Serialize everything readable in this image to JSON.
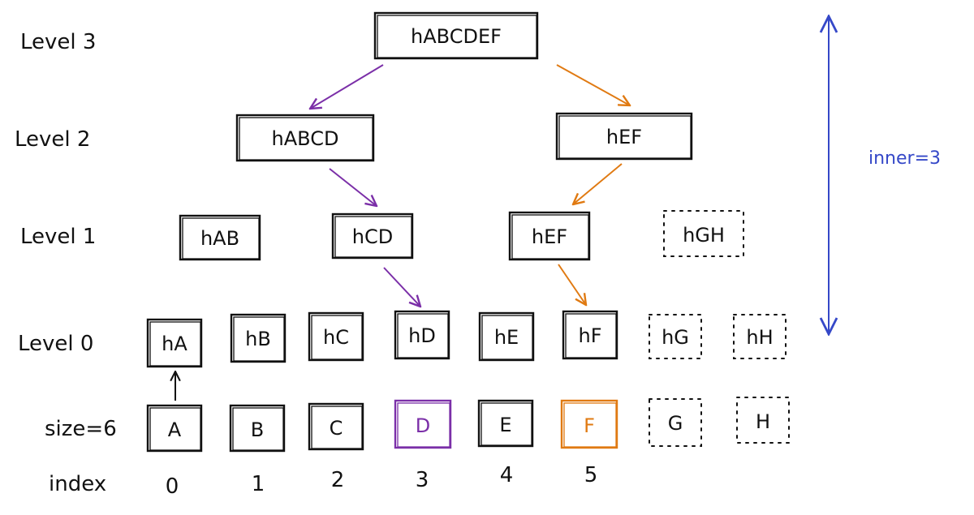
{
  "colors": {
    "ink": "#111111",
    "purple": "#7b2fa8",
    "orange": "#e07a12",
    "blue": "#3548c8"
  },
  "level_labels": [
    "Level 3",
    "Level 2",
    "Level 1",
    "Level 0"
  ],
  "size_label": "size=6",
  "index_label": "index",
  "inner_label": "inner=3",
  "nodes": {
    "level3": [
      "hABCDEF"
    ],
    "level2": [
      "hABCD",
      "hEF"
    ],
    "level1": [
      "hAB",
      "hCD",
      "hEF",
      "hGH"
    ],
    "level0": [
      "hA",
      "hB",
      "hC",
      "hD",
      "hE",
      "hF",
      "hG",
      "hH"
    ]
  },
  "leaves": [
    "A",
    "B",
    "C",
    "D",
    "E",
    "F",
    "G",
    "H"
  ],
  "indices": [
    "0",
    "1",
    "2",
    "3",
    "4",
    "5"
  ]
}
